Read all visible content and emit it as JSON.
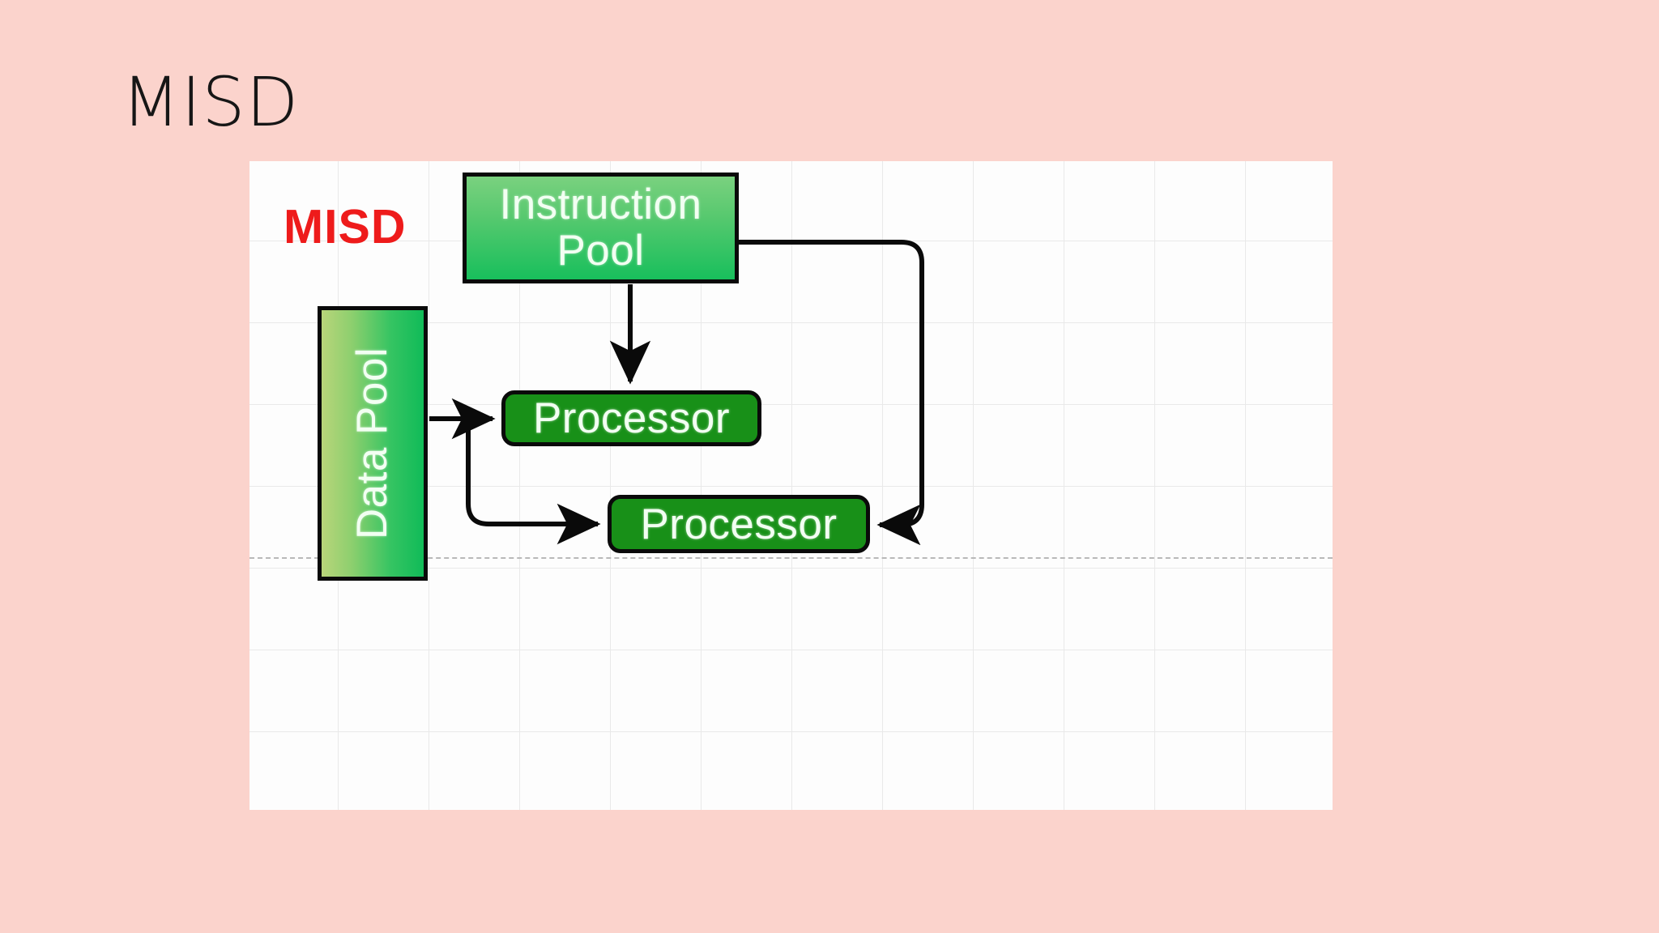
{
  "slide": {
    "title": "MISD",
    "background_color": "#fbd3cc",
    "title_color": "#161616"
  },
  "diagram": {
    "caption": "MISD",
    "caption_color": "#ee1b1b",
    "panel_background": "#fdfdfd",
    "grid_color": "#e9e9e9",
    "divider_style": "dashed",
    "nodes": {
      "instruction_pool": {
        "label_line1": "Instruction",
        "label_line2": "Pool",
        "fill": "green-vertical-gradient",
        "border_color": "#0a0a0a",
        "text_color": "#f2fff2"
      },
      "data_pool": {
        "label": "Data Pool",
        "orientation": "vertical",
        "fill": "green-horizontal-gradient",
        "border_color": "#0a0a0a",
        "text_color": "#f2fff2"
      },
      "processor_1": {
        "label": "Processor",
        "fill": "#189018",
        "border_color": "#0a0a0a",
        "text_color": "#f2fff2"
      },
      "processor_2": {
        "label": "Processor",
        "fill": "#189018",
        "border_color": "#0a0a0a",
        "text_color": "#f2fff2"
      }
    },
    "connectors": [
      {
        "name": "instruction-pool-to-processor-1",
        "from": "instruction_pool",
        "to": "processor_1",
        "arrow": "down"
      },
      {
        "name": "instruction-pool-to-processor-2",
        "from": "instruction_pool",
        "to": "processor_2",
        "arrow": "left"
      },
      {
        "name": "data-pool-to-processor-1",
        "from": "data_pool",
        "to": "processor_1",
        "arrow": "right"
      },
      {
        "name": "data-pool-to-processor-2",
        "from": "data_pool",
        "to": "processor_2",
        "arrow": "right"
      }
    ]
  }
}
